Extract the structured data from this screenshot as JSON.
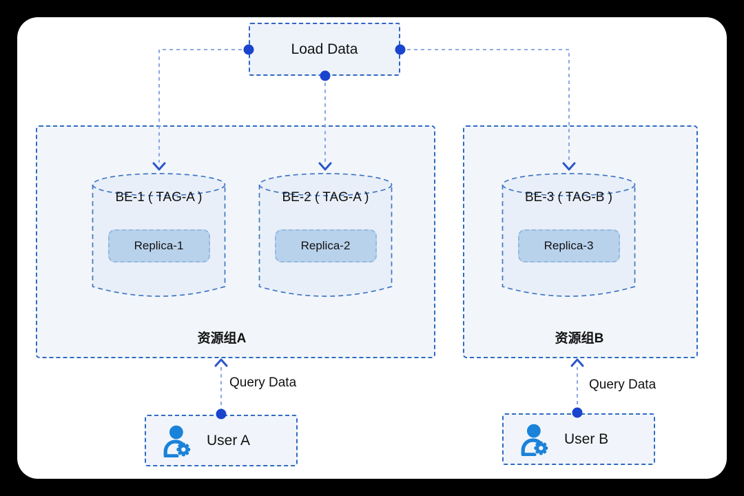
{
  "colors": {
    "frame": "#000000",
    "canvas": "#ffffff",
    "dashed_border": "#2f6bc1",
    "connector_line": "#7d9fe0",
    "connection_dot": "#1a44cd",
    "arrowhead": "#2b55c8",
    "panel_fill": "#f2f6fb",
    "node_fill": "#e9eff8",
    "load_box_fill": "#eef3fa",
    "replica_fill": "#b9d2ec",
    "replica_border": "#94b9e2",
    "user_icon_blue": "#1b82d9",
    "text": "#111111"
  },
  "load_box": {
    "label": "Load Data"
  },
  "groups": [
    {
      "label": "资源组A",
      "nodes": [
        {
          "title": "BE-1 ( TAG-A )",
          "replica": "Replica-1"
        },
        {
          "title": "BE-2 ( TAG-A )",
          "replica": "Replica-2"
        }
      ]
    },
    {
      "label": "资源组B",
      "nodes": [
        {
          "title": "BE-3 ( TAG-B )",
          "replica": "Replica-3"
        }
      ]
    }
  ],
  "queries": [
    {
      "label": "Query Data"
    },
    {
      "label": "Query Data"
    }
  ],
  "users": [
    {
      "label": "User A"
    },
    {
      "label": "User B"
    }
  ]
}
